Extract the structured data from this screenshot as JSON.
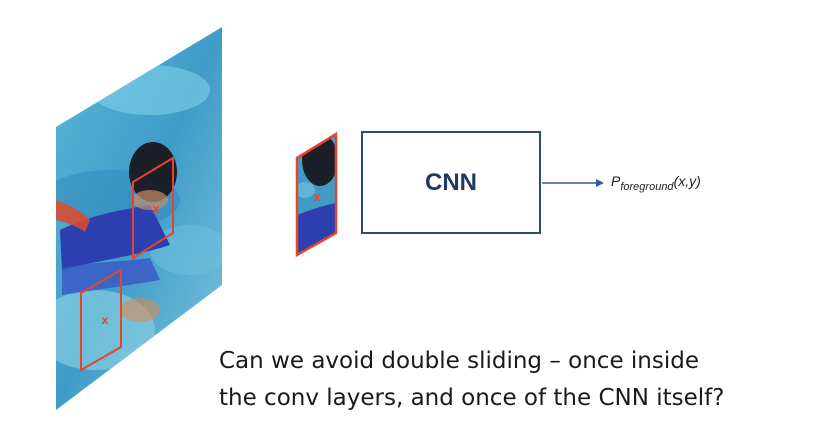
{
  "cnn_label": "CNN",
  "output": {
    "prefix": "P",
    "subscript": "foreground",
    "args": "(x,y)"
  },
  "question": {
    "line1": "Can we avoid double sliding – once inside",
    "line2": "the conv layers, and once of the CNN itself?"
  },
  "markers": {
    "large_window_1": "x",
    "large_window_2": "x",
    "crop_window": "x"
  },
  "colors": {
    "window_border": "#e5452a",
    "cnn_border": "#2e4a78",
    "arrow": "#2e5c9a"
  }
}
